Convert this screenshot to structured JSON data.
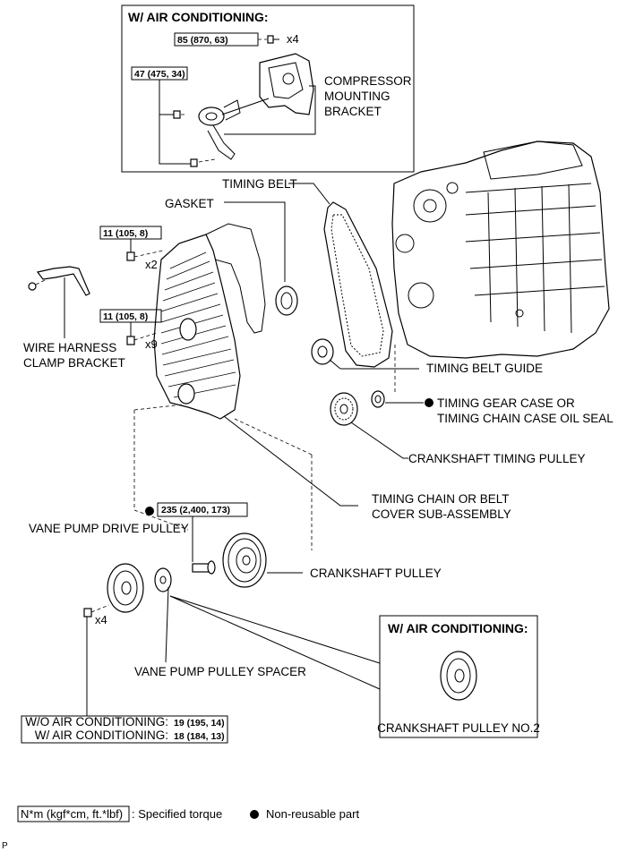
{
  "ac_top": {
    "title": "W/ AIR CONDITIONING:",
    "torque_a": "85 (870, 63)",
    "torque_b": "47 (475, 34)",
    "count": "x4",
    "compressor": [
      "COMPRESSOR",
      "MOUNTING",
      "BRACKET"
    ]
  },
  "timing_belt": "TIMING BELT",
  "gasket": "GASKET",
  "torque_cover_top": "11 (105, 8)",
  "torque_cover_side": "11 (105, 8)",
  "count_x2": "x2",
  "count_x9": "x9",
  "wire_harness": [
    "WIRE HARNESS",
    "CLAMP BRACKET"
  ],
  "timing_belt_guide": "TIMING BELT GUIDE",
  "oil_seal": [
    "TIMING GEAR CASE OR",
    "TIMING CHAIN CASE OIL SEAL"
  ],
  "crank_timing_pulley": "CRANKSHAFT TIMING PULLEY",
  "cover_sub": [
    "TIMING CHAIN OR BELT",
    "COVER SUB-ASSEMBLY"
  ],
  "torque_crank": "235 (2,400, 173)",
  "vane_drive": "VANE PUMP DRIVE PULLEY",
  "crank_pulley": "CRANKSHAFT PULLEY",
  "count_x4_bottom": "x4",
  "ac_box2": {
    "title": "W/ AIR CONDITIONING:",
    "part": "CRANKSHAFT PULLEY NO.2"
  },
  "vane_spacer": "VANE PUMP PULLEY SPACER",
  "torque_table": [
    {
      "label": "W/O AIR CONDITIONING:",
      "value": "19 (195, 14)"
    },
    {
      "label": "W/ AIR CONDITIONING:",
      "value": "18 (184, 13)"
    }
  ],
  "legend": {
    "torque_unit": "N*m (kgf*cm, ft.*lbf)",
    "torque_text": ": Specified torque",
    "nonreusable": "Non-reusable part"
  },
  "corner_mark": "P"
}
